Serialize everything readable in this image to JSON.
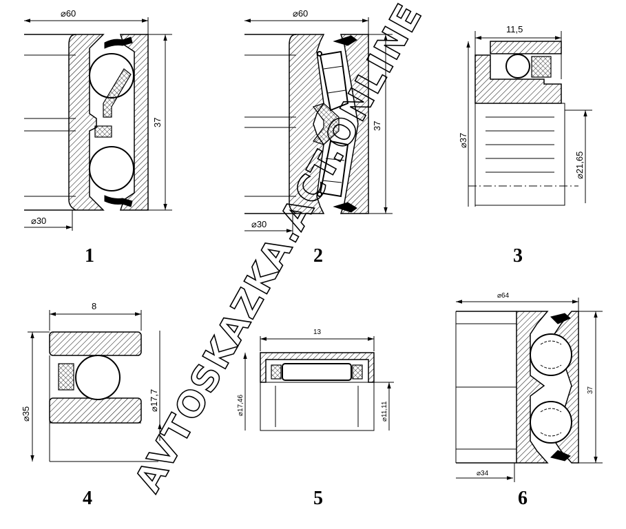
{
  "figures": [
    {
      "number": "1",
      "dims": {
        "outer": "⌀60",
        "width": "37",
        "inner": "⌀30"
      }
    },
    {
      "number": "2",
      "dims": {
        "outer": "⌀60",
        "width": "37",
        "inner": "⌀30"
      }
    },
    {
      "number": "3",
      "dims": {
        "top": "11,5",
        "left": "⌀37",
        "right": "⌀21,65"
      }
    },
    {
      "number": "4",
      "dims": {
        "top": "8",
        "left": "⌀35",
        "right": "⌀17,7"
      }
    },
    {
      "number": "5",
      "dims": {
        "top": "13",
        "left": "⌀17,46",
        "right": "⌀11,11"
      }
    },
    {
      "number": "6",
      "dims": {
        "outer": "⌀64",
        "width": "37",
        "inner": "⌀34"
      }
    }
  ],
  "watermark": "AVTOSKAZKA.ACT.ONLINE"
}
